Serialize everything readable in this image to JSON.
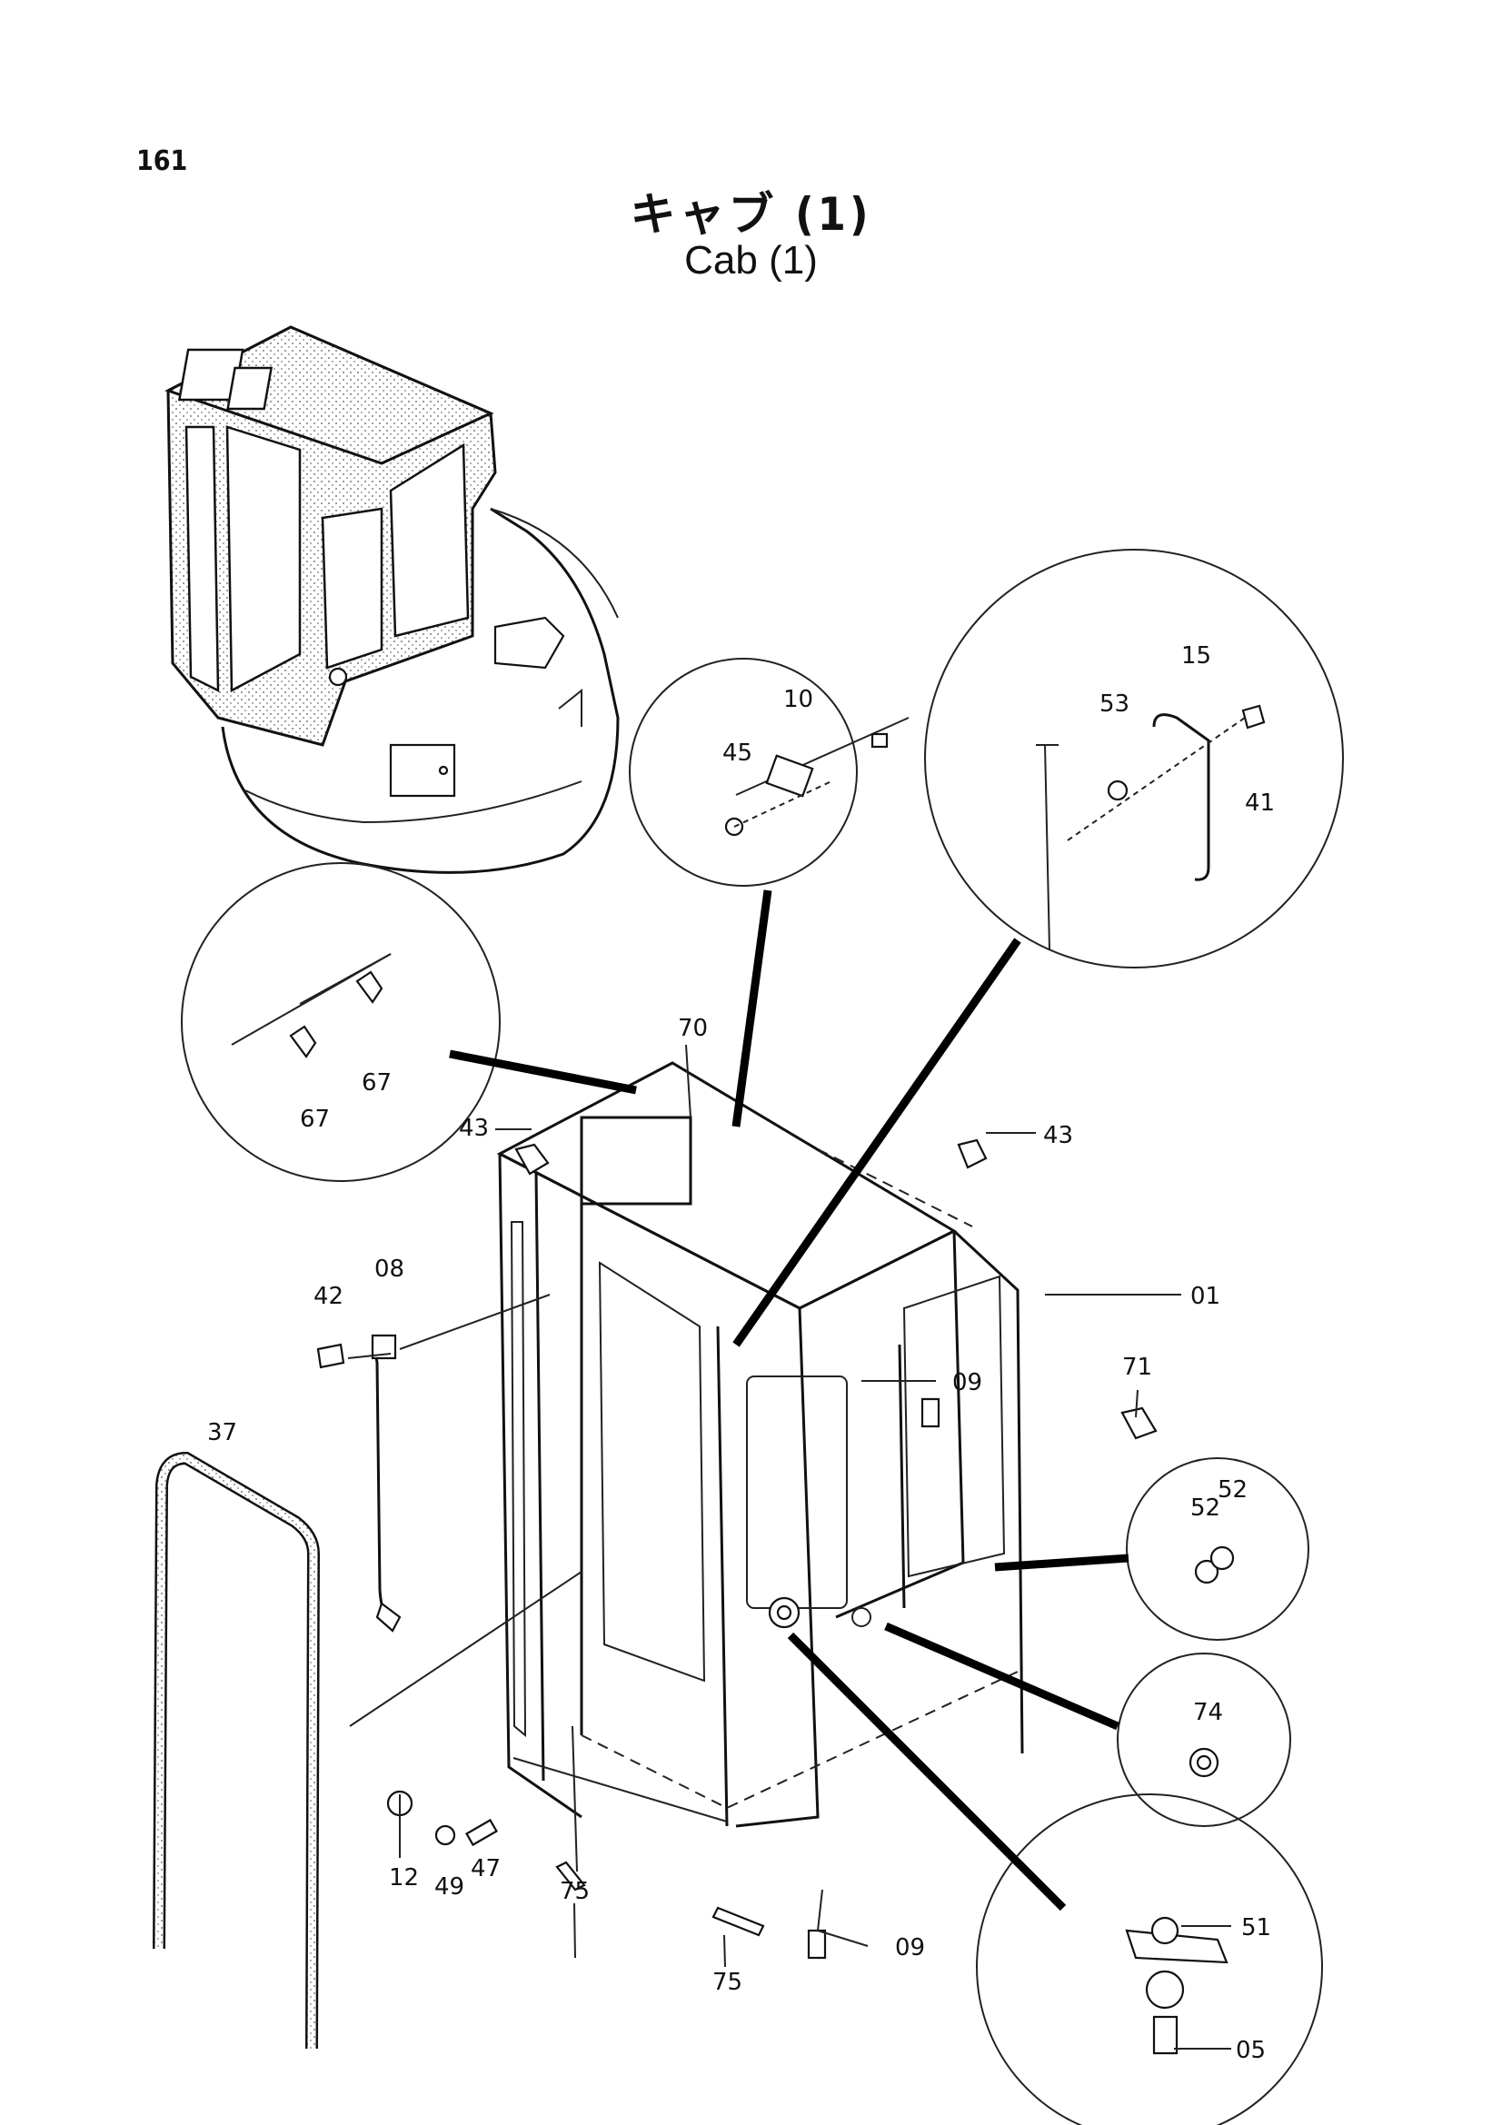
{
  "page_number": "161",
  "title_jp": "キャブ (1)",
  "title_en": "Cab (1)",
  "part_labels": {
    "p01": "01",
    "p05": "05",
    "p08": "08",
    "p09a": "09",
    "p09b": "09",
    "p10": "10",
    "p12": "12",
    "p15": "15",
    "p37": "37",
    "p41": "41",
    "p42": "42",
    "p43a": "43",
    "p43b": "43",
    "p45": "45",
    "p47": "47",
    "p49": "49",
    "p51": "51",
    "p52a": "52",
    "p52b": "52",
    "p53": "53",
    "p67a": "67",
    "p67b": "67",
    "p70": "70",
    "p71": "71",
    "p74": "74",
    "p75a": "75",
    "p75b": "75"
  }
}
